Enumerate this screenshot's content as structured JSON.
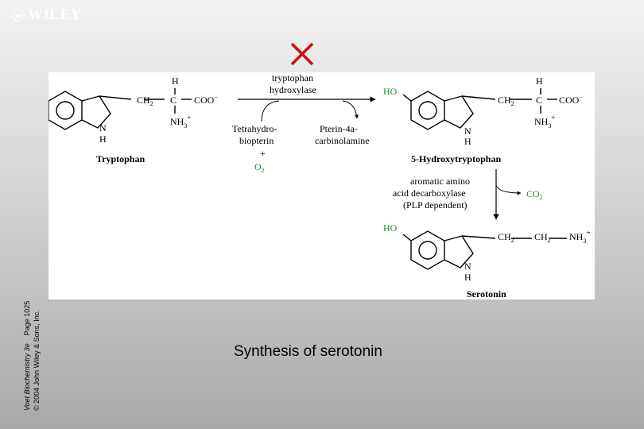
{
  "branding": {
    "publisher": "WILEY"
  },
  "credit": {
    "book": "Voet Biochemistry 3e",
    "page": "Page 1025",
    "copyright": "© 2004 John Wiley & Sons, Inc."
  },
  "caption": "Synthesis of serotonin",
  "diagram": {
    "tryptophan": {
      "name": "Tryptophan",
      "h_top": "H",
      "ch2": "CH",
      "c": "C",
      "coo": "COO",
      "nh3": "NH",
      "nh_n": "N",
      "nh_h": "H"
    },
    "enzyme1": {
      "line1": "tryptophan",
      "line2": "hydroxylase"
    },
    "cofactor_in": {
      "line1": "Tetrahydro-",
      "line2": "biopterin",
      "plus": "+",
      "o2": "O"
    },
    "cofactor_out": {
      "line1": "Pterin-4a-",
      "line2": "carbinolamine"
    },
    "hydroxytryptophan": {
      "name": "5-Hydroxytryptophan",
      "ho": "HO",
      "h_top": "H",
      "ch2": "CH",
      "c": "C",
      "coo": "COO",
      "nh3": "NH",
      "nh_n": "N",
      "nh_h": "H"
    },
    "enzyme2": {
      "line1": "aromatic amino",
      "line2": "acid decarboxylase",
      "line3": "(PLP dependent)"
    },
    "co2": "CO",
    "serotonin": {
      "name": "Serotonin",
      "ho": "HO",
      "ch2a": "CH",
      "ch2b": "CH",
      "nh3": "NH",
      "nh_n": "N",
      "nh_h": "H"
    },
    "colors": {
      "accent_green": "#1a8a2e",
      "red_x": "#cc1111",
      "ink": "#000000"
    }
  }
}
